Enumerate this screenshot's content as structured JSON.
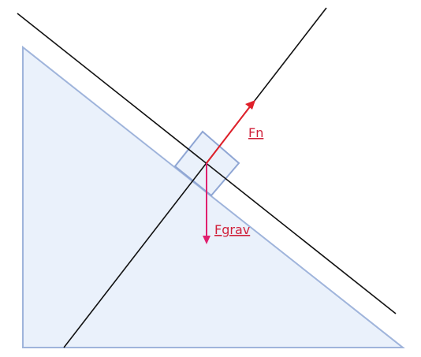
{
  "colors": {
    "background": "#ffffff",
    "incline_fill": "#eaf1fb",
    "incline_stroke": "#9fb4db",
    "block_fill": "#eaf1fb",
    "block_stroke": "#8fa6d4",
    "axis_line": "#111111",
    "normal_force": "#e0202a",
    "gravity_force": "#e0206e",
    "label_color": "#d0203a"
  },
  "forces": {
    "normal": {
      "label": "Fn",
      "direction": "perpendicular-to-incline-up"
    },
    "gravity": {
      "label": "Fgrav",
      "direction": "straight-down"
    }
  },
  "icons": {
    "normal_arrow": "arrow-up-right-icon",
    "gravity_arrow": "arrow-down-icon"
  }
}
